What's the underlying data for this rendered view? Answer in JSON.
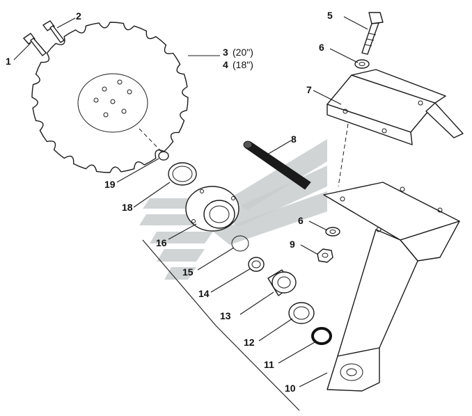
{
  "diagram": {
    "watermark_color": "#c9ccce",
    "line_color": "#1a1a1a",
    "callouts": [
      {
        "id": "1",
        "text": "1"
      },
      {
        "id": "2",
        "text": "2"
      },
      {
        "id": "3",
        "text": "3",
        "note": "(20\")"
      },
      {
        "id": "4",
        "text": "4",
        "note": "(18\")"
      },
      {
        "id": "5",
        "text": "5"
      },
      {
        "id": "6a",
        "text": "6"
      },
      {
        "id": "7",
        "text": "7"
      },
      {
        "id": "8",
        "text": "8"
      },
      {
        "id": "6b",
        "text": "6"
      },
      {
        "id": "9",
        "text": "9"
      },
      {
        "id": "10",
        "text": "10"
      },
      {
        "id": "11",
        "text": "11"
      },
      {
        "id": "12",
        "text": "12"
      },
      {
        "id": "13",
        "text": "13"
      },
      {
        "id": "14",
        "text": "14"
      },
      {
        "id": "15",
        "text": "15"
      },
      {
        "id": "16",
        "text": "16"
      },
      {
        "id": "18",
        "text": "18"
      },
      {
        "id": "19",
        "text": "19"
      }
    ]
  }
}
